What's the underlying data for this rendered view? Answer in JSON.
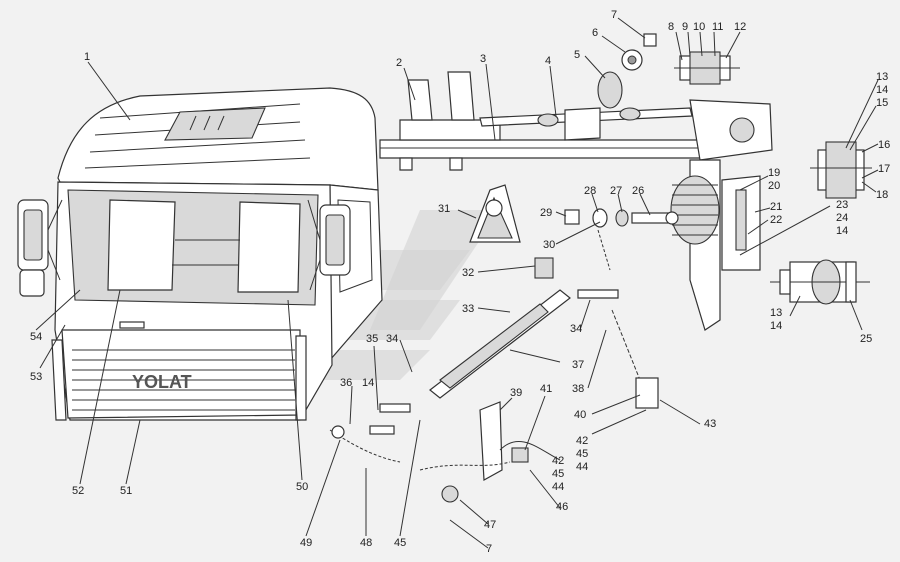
{
  "brand_text": "YOLAT",
  "callouts": [
    {
      "id": "c1",
      "text": "1"
    },
    {
      "id": "c2",
      "text": "2"
    },
    {
      "id": "c3",
      "text": "3"
    },
    {
      "id": "c4",
      "text": "4"
    },
    {
      "id": "c5",
      "text": "5"
    },
    {
      "id": "c6",
      "text": "6"
    },
    {
      "id": "c7a",
      "text": "7"
    },
    {
      "id": "c8",
      "text": "8"
    },
    {
      "id": "c9",
      "text": "9"
    },
    {
      "id": "c10",
      "text": "10"
    },
    {
      "id": "c11",
      "text": "11"
    },
    {
      "id": "c12",
      "text": "12"
    },
    {
      "id": "c13a",
      "text": "13"
    },
    {
      "id": "c14a",
      "text": "14"
    },
    {
      "id": "c15",
      "text": "15"
    },
    {
      "id": "c16",
      "text": "16"
    },
    {
      "id": "c17",
      "text": "17"
    },
    {
      "id": "c18",
      "text": "18"
    },
    {
      "id": "c19",
      "text": "19"
    },
    {
      "id": "c20",
      "text": "20"
    },
    {
      "id": "c21",
      "text": "21"
    },
    {
      "id": "c22",
      "text": "22"
    },
    {
      "id": "c23",
      "text": "23"
    },
    {
      "id": "c24",
      "text": "24"
    },
    {
      "id": "c14b",
      "text": "14"
    },
    {
      "id": "c13b",
      "text": "13"
    },
    {
      "id": "c14c",
      "text": "14"
    },
    {
      "id": "c25",
      "text": "25"
    },
    {
      "id": "c26",
      "text": "26"
    },
    {
      "id": "c27",
      "text": "27"
    },
    {
      "id": "c28",
      "text": "28"
    },
    {
      "id": "c29",
      "text": "29"
    },
    {
      "id": "c30",
      "text": "30"
    },
    {
      "id": "c31",
      "text": "31"
    },
    {
      "id": "c32",
      "text": "32"
    },
    {
      "id": "c33",
      "text": "33"
    },
    {
      "id": "c34a",
      "text": "34"
    },
    {
      "id": "c34b",
      "text": "34"
    },
    {
      "id": "c35",
      "text": "35"
    },
    {
      "id": "c14d",
      "text": "14"
    },
    {
      "id": "c36",
      "text": "36"
    },
    {
      "id": "c37",
      "text": "37"
    },
    {
      "id": "c38",
      "text": "38"
    },
    {
      "id": "c39",
      "text": "39"
    },
    {
      "id": "c40",
      "text": "40"
    },
    {
      "id": "c41",
      "text": "41"
    },
    {
      "id": "c42a",
      "text": "42"
    },
    {
      "id": "c45a",
      "text": "45"
    },
    {
      "id": "c44a",
      "text": "44"
    },
    {
      "id": "c42b",
      "text": "42"
    },
    {
      "id": "c45b",
      "text": "45"
    },
    {
      "id": "c44b",
      "text": "44"
    },
    {
      "id": "c43",
      "text": "43"
    },
    {
      "id": "c46",
      "text": "46"
    },
    {
      "id": "c47",
      "text": "47"
    },
    {
      "id": "c7b",
      "text": "7"
    },
    {
      "id": "c45c",
      "text": "45"
    },
    {
      "id": "c48",
      "text": "48"
    },
    {
      "id": "c49",
      "text": "49"
    },
    {
      "id": "c50",
      "text": "50"
    },
    {
      "id": "c51",
      "text": "51"
    },
    {
      "id": "c52",
      "text": "52"
    },
    {
      "id": "c53",
      "text": "53"
    },
    {
      "id": "c54",
      "text": "54"
    }
  ]
}
